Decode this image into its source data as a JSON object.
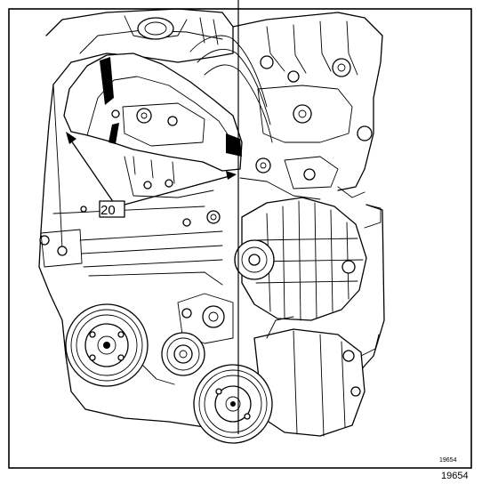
{
  "figure": {
    "callout_label": "20",
    "small_ref": "19654",
    "figure_number": "19654"
  }
}
